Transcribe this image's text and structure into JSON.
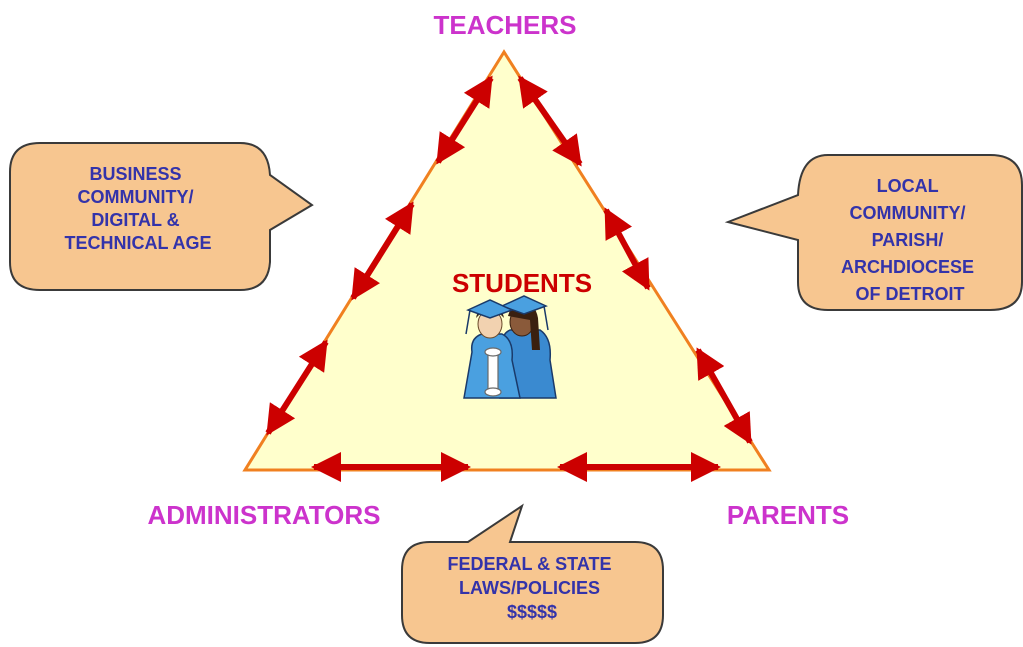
{
  "vertices": {
    "top": "TEACHERS",
    "bottom_left": "ADMINISTRATORS",
    "bottom_right": "PARENTS"
  },
  "center": {
    "title": "STUDENTS",
    "image": "graduates-clipart"
  },
  "callouts": {
    "business": [
      "BUSINESS",
      "COMMUNITY/",
      "DIGITAL &",
      "TECHNICAL AGE"
    ],
    "local": [
      "LOCAL",
      "COMMUNITY/",
      "PARISH/",
      "ARCHDIOCESE",
      "OF DETROIT"
    ],
    "federal": [
      "FEDERAL & STATE",
      "LAWS/POLICIES",
      "$$$$$"
    ]
  },
  "colors": {
    "vertex_label": "#cc33cc",
    "center_title": "#cc0000",
    "callout_text": "#3333aa",
    "triangle_fill": "#ffffcc",
    "triangle_stroke": "#f08020",
    "arrow": "#cc0000",
    "callout_fill": "#f7c690",
    "callout_stroke": "#3a3a3a"
  }
}
